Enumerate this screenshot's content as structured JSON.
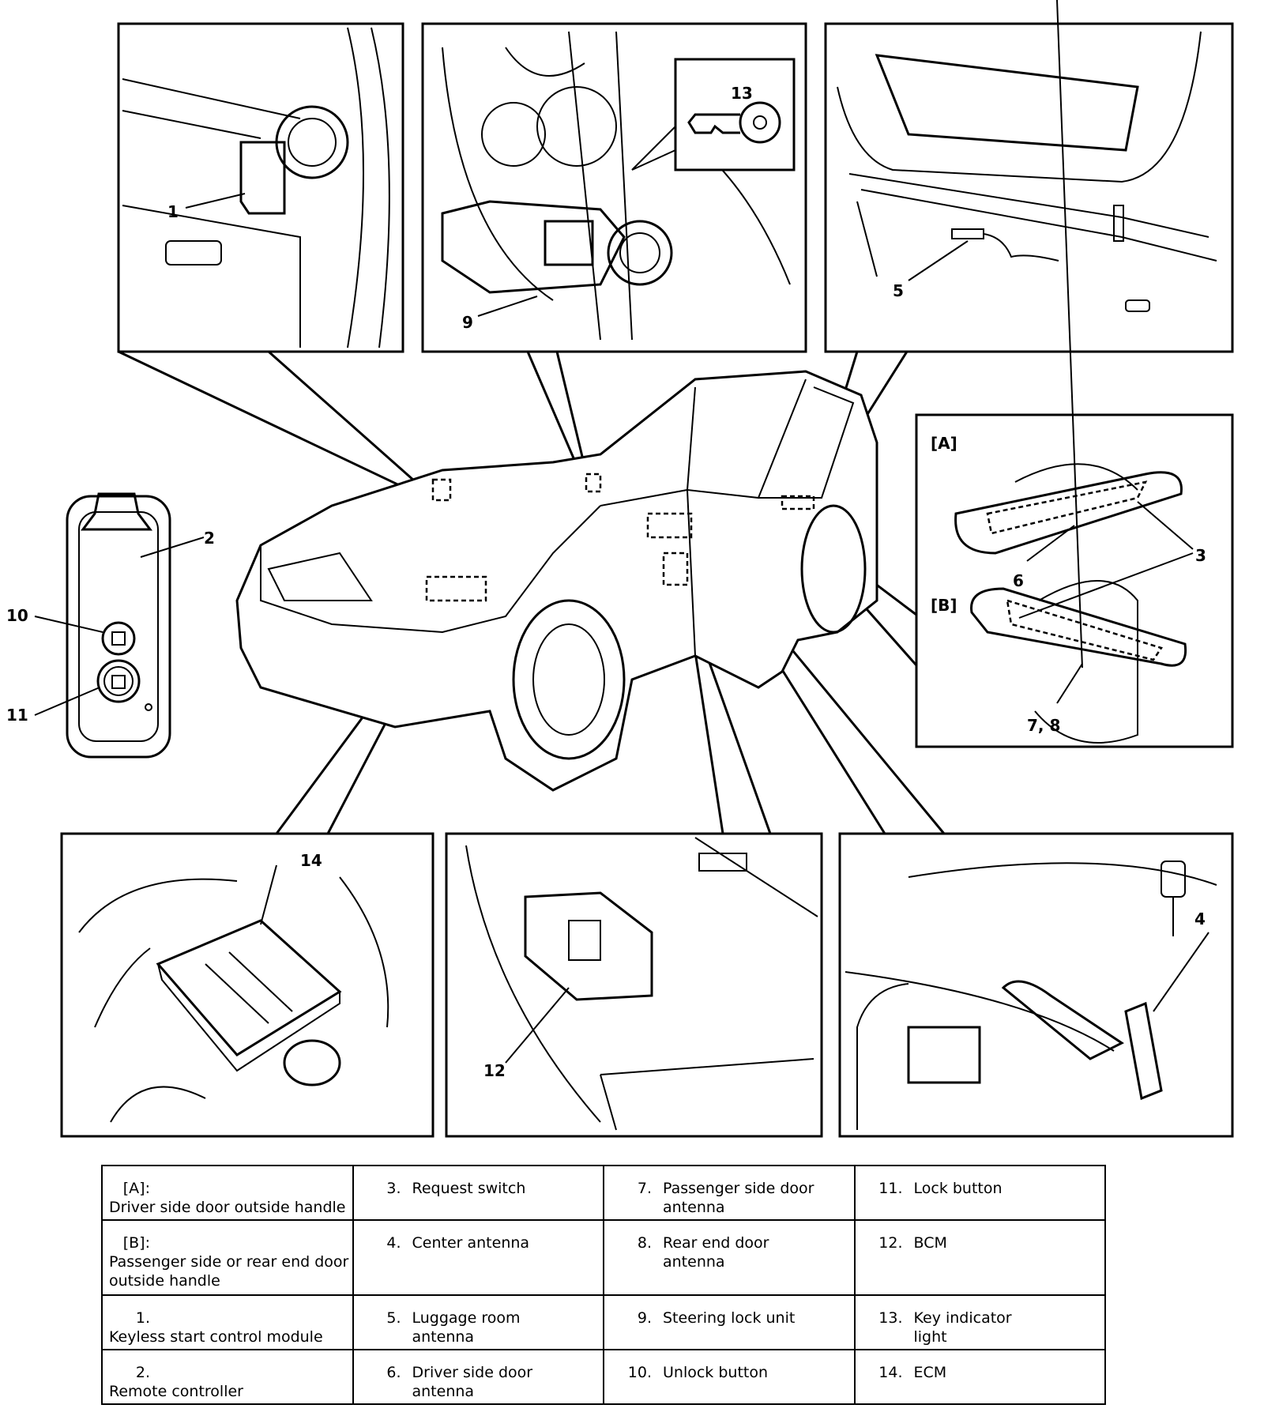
{
  "callouts": {
    "n1": "1",
    "n2": "2",
    "n3": "3",
    "n4": "4",
    "n5": "5",
    "n6": "6",
    "n78": "7, 8",
    "n9": "9",
    "n10": "10",
    "n11": "11",
    "n12": "12",
    "n13": "13",
    "n14": "14",
    "A": "[A]",
    "B": "[B]"
  },
  "legend": {
    "rows": [
      [
        {
          "num": "[A]:",
          "label": "Driver side door outside handle"
        },
        {
          "num": "3.",
          "label": "Request switch"
        },
        {
          "num": "7.",
          "label": "Passenger side door antenna"
        },
        {
          "num": "11.",
          "label": "Lock button"
        }
      ],
      [
        {
          "num": "[B]:",
          "label": "Passenger side or rear end door outside handle"
        },
        {
          "num": "4.",
          "label": "Center antenna"
        },
        {
          "num": "8.",
          "label": "Rear end door antenna"
        },
        {
          "num": "12.",
          "label": "BCM"
        }
      ],
      [
        {
          "num": "1.",
          "label": "Keyless start control module"
        },
        {
          "num": "5.",
          "label": "Luggage room antenna"
        },
        {
          "num": "9.",
          "label": "Steering lock unit"
        },
        {
          "num": "13.",
          "label": "Key indicator light"
        }
      ],
      [
        {
          "num": "2.",
          "label": "Remote controller"
        },
        {
          "num": "6.",
          "label": "Driver side door antenna"
        },
        {
          "num": "10.",
          "label": "Unlock button"
        },
        {
          "num": "14.",
          "label": "ECM"
        }
      ]
    ]
  }
}
